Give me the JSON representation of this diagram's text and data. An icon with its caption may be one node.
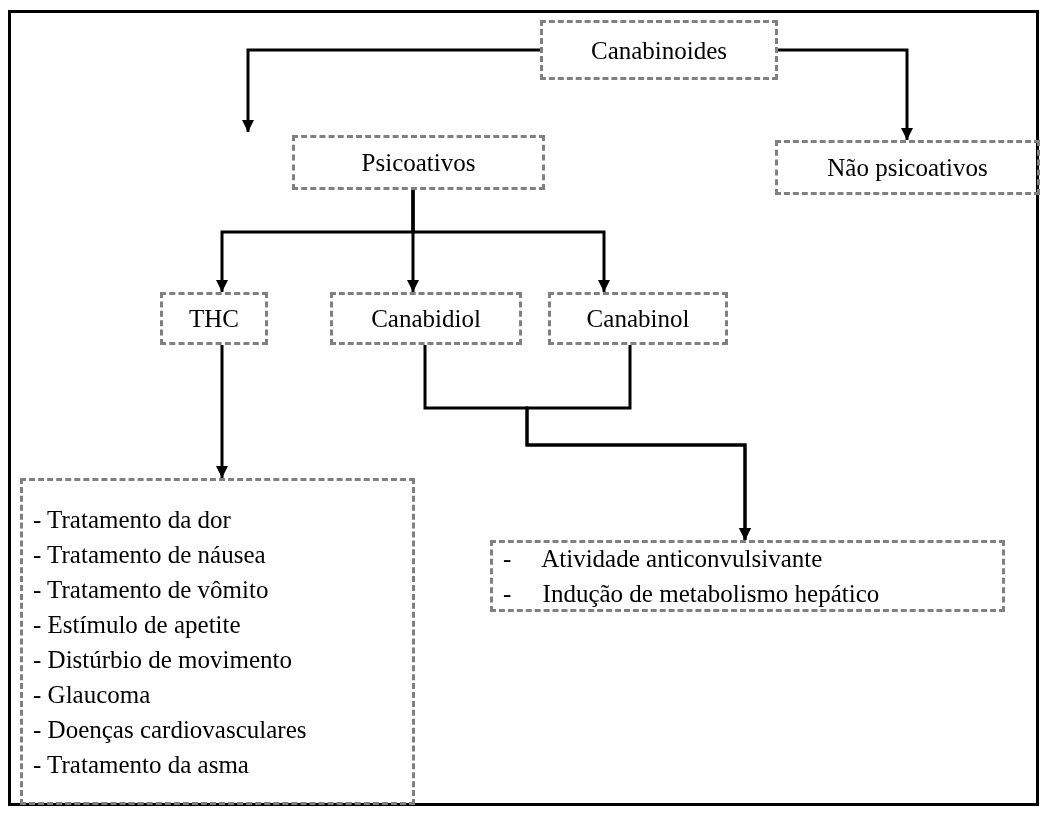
{
  "diagram": {
    "nodes": [
      {
        "text": [
          "Canabinoides"
        ]
      },
      {
        "text": [
          "Psicoativos"
        ]
      },
      {
        "text": [
          "Não psicoativos"
        ]
      },
      {
        "text": [
          "THC"
        ]
      },
      {
        "text": [
          "Canabidiol"
        ]
      },
      {
        "text": [
          "Canabinol"
        ]
      },
      {
        "text": [
          "- Tratamento da dor",
          "- Tratamento de náusea",
          "- Tratamento de vômito",
          "- Estímulo de apetite",
          "- Distúrbio de movimento",
          "- Glaucoma",
          "- Doenças cardiovasculares",
          "- Tratamento da asma"
        ]
      },
      {
        "text": [
          "-     Atividade anticonvulsivante",
          "-     Indução de metabolismo hepático"
        ]
      }
    ],
    "edges": [
      {
        "from": 0,
        "to": 1,
        "arrow": "to"
      },
      {
        "from": 0,
        "to": 2,
        "arrow": "to"
      },
      {
        "from": 1,
        "to": 3,
        "arrow": "to"
      },
      {
        "from": 1,
        "to": 4,
        "arrow": "to"
      },
      {
        "from": 1,
        "to": 5,
        "arrow": "to"
      },
      {
        "from": 3,
        "to": 6,
        "arrow": "to"
      },
      {
        "from": 4,
        "to": 7,
        "arrow": "to"
      },
      {
        "from": 5,
        "to": 7,
        "arrow": "to"
      }
    ]
  }
}
